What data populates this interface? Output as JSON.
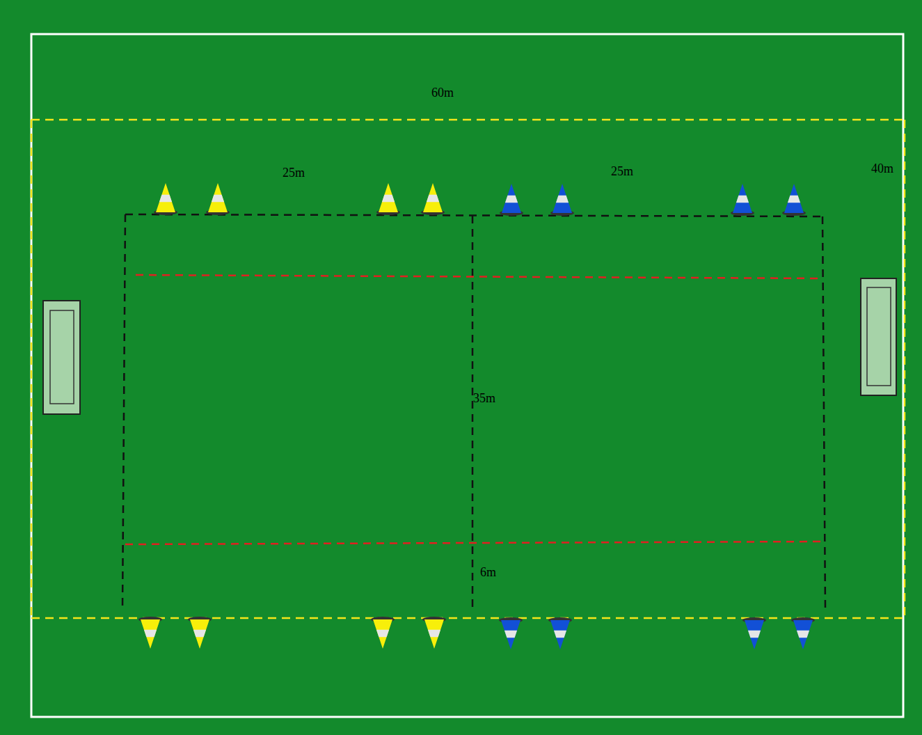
{
  "diagram": {
    "labels": [
      "60m",
      "25m",
      "25m",
      "40m",
      "35m",
      "6m"
    ]
  }
}
